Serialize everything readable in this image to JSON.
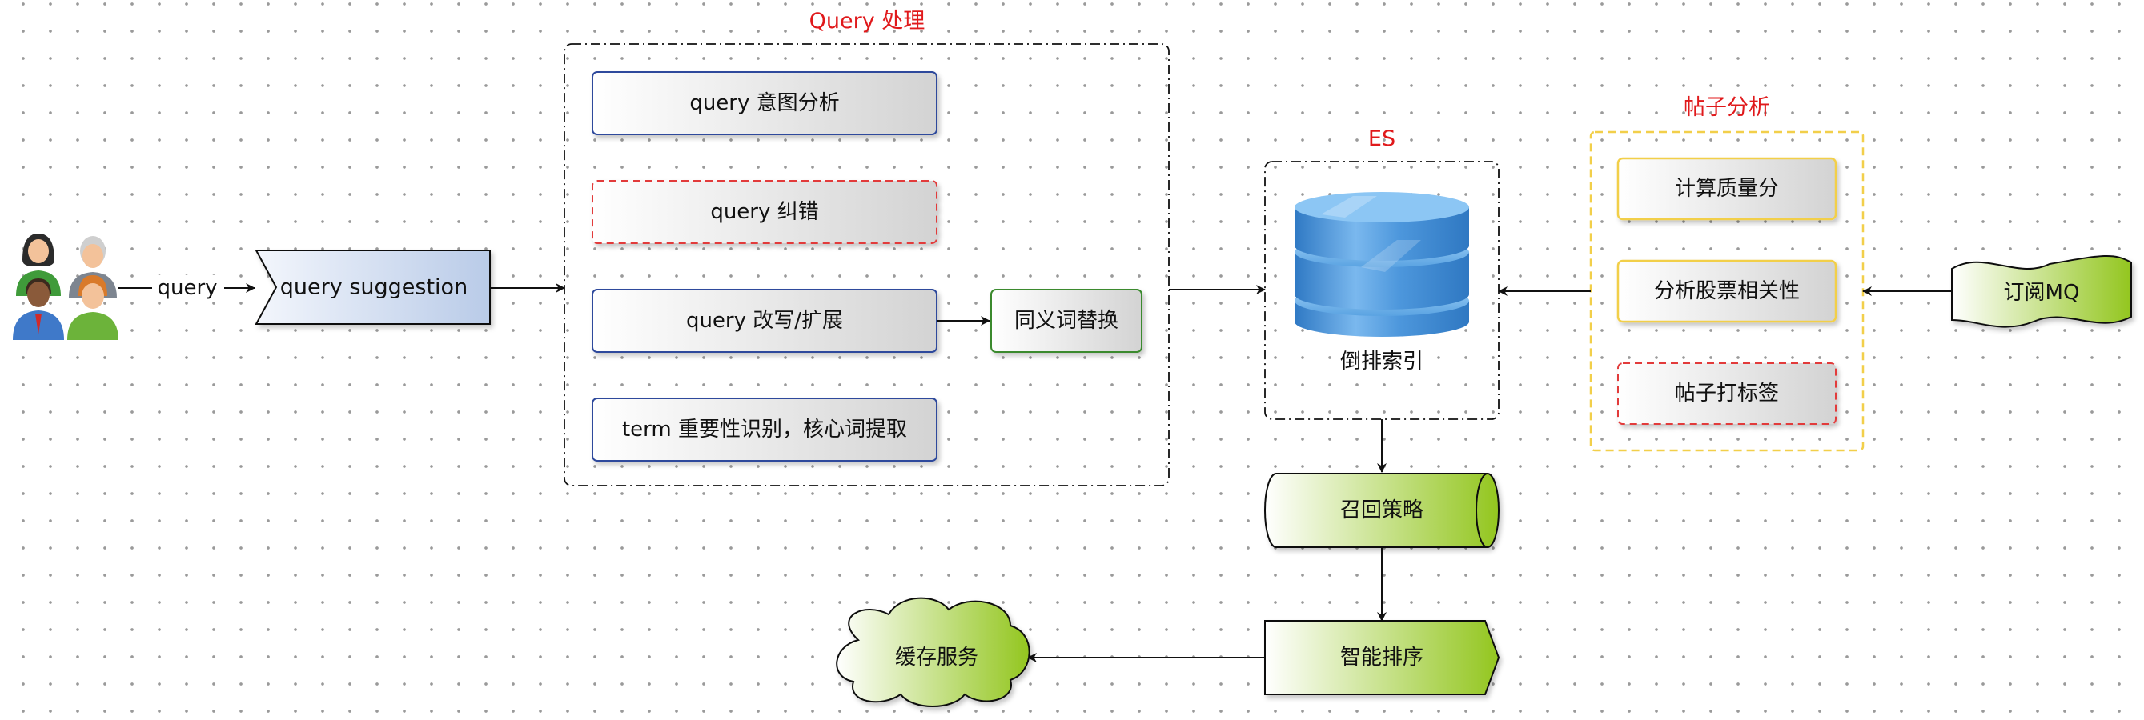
{
  "groups": {
    "query_processing": "Query 处理",
    "es": "ES",
    "post_analysis": "帖子分析"
  },
  "edges": {
    "users_to_suggestion": "query"
  },
  "nodes": {
    "query_suggestion": "query suggestion",
    "intent_analysis": "query 意图分析",
    "spell_correction": "query 纠错",
    "rewrite_expand": "query 改写/扩展",
    "synonym_replace": "同义词替换",
    "term_importance": "term 重要性识别，核心词提取",
    "inverted_index": "倒排索引",
    "recall_strategy": "召回策略",
    "smart_ranking": "智能排序",
    "cache_service": "缓存服务",
    "quality_score": "计算质量分",
    "stock_relevance": "分析股票相关性",
    "post_tagging": "帖子打标签",
    "subscribe_mq": "订阅MQ"
  },
  "colors": {
    "group_title": "#e0191b",
    "blue_border": "#2d4a9c",
    "red_dashed_border": "#e23b3b",
    "green_border": "#3a8a2e",
    "yellow_border": "#f2cf4a",
    "lime_fill": "#9acb2a",
    "db_blue": "#4a93d6"
  }
}
